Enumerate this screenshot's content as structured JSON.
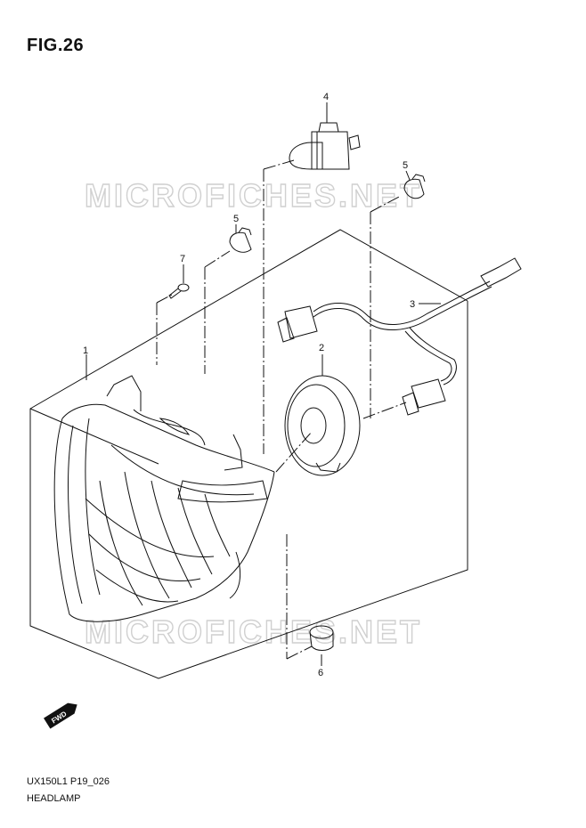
{
  "figure_title": "FIG.26",
  "document_code": "UX150L1 P19_026",
  "assembly_name": "HEADLAMP",
  "watermark": "MICROFICHES.NET",
  "direction_badge": "FWD",
  "callouts": [
    {
      "number": "1"
    },
    {
      "number": "2"
    },
    {
      "number": "3"
    },
    {
      "number": "4"
    },
    {
      "number": "5"
    },
    {
      "number": "5"
    },
    {
      "number": "6"
    },
    {
      "number": "7"
    }
  ]
}
